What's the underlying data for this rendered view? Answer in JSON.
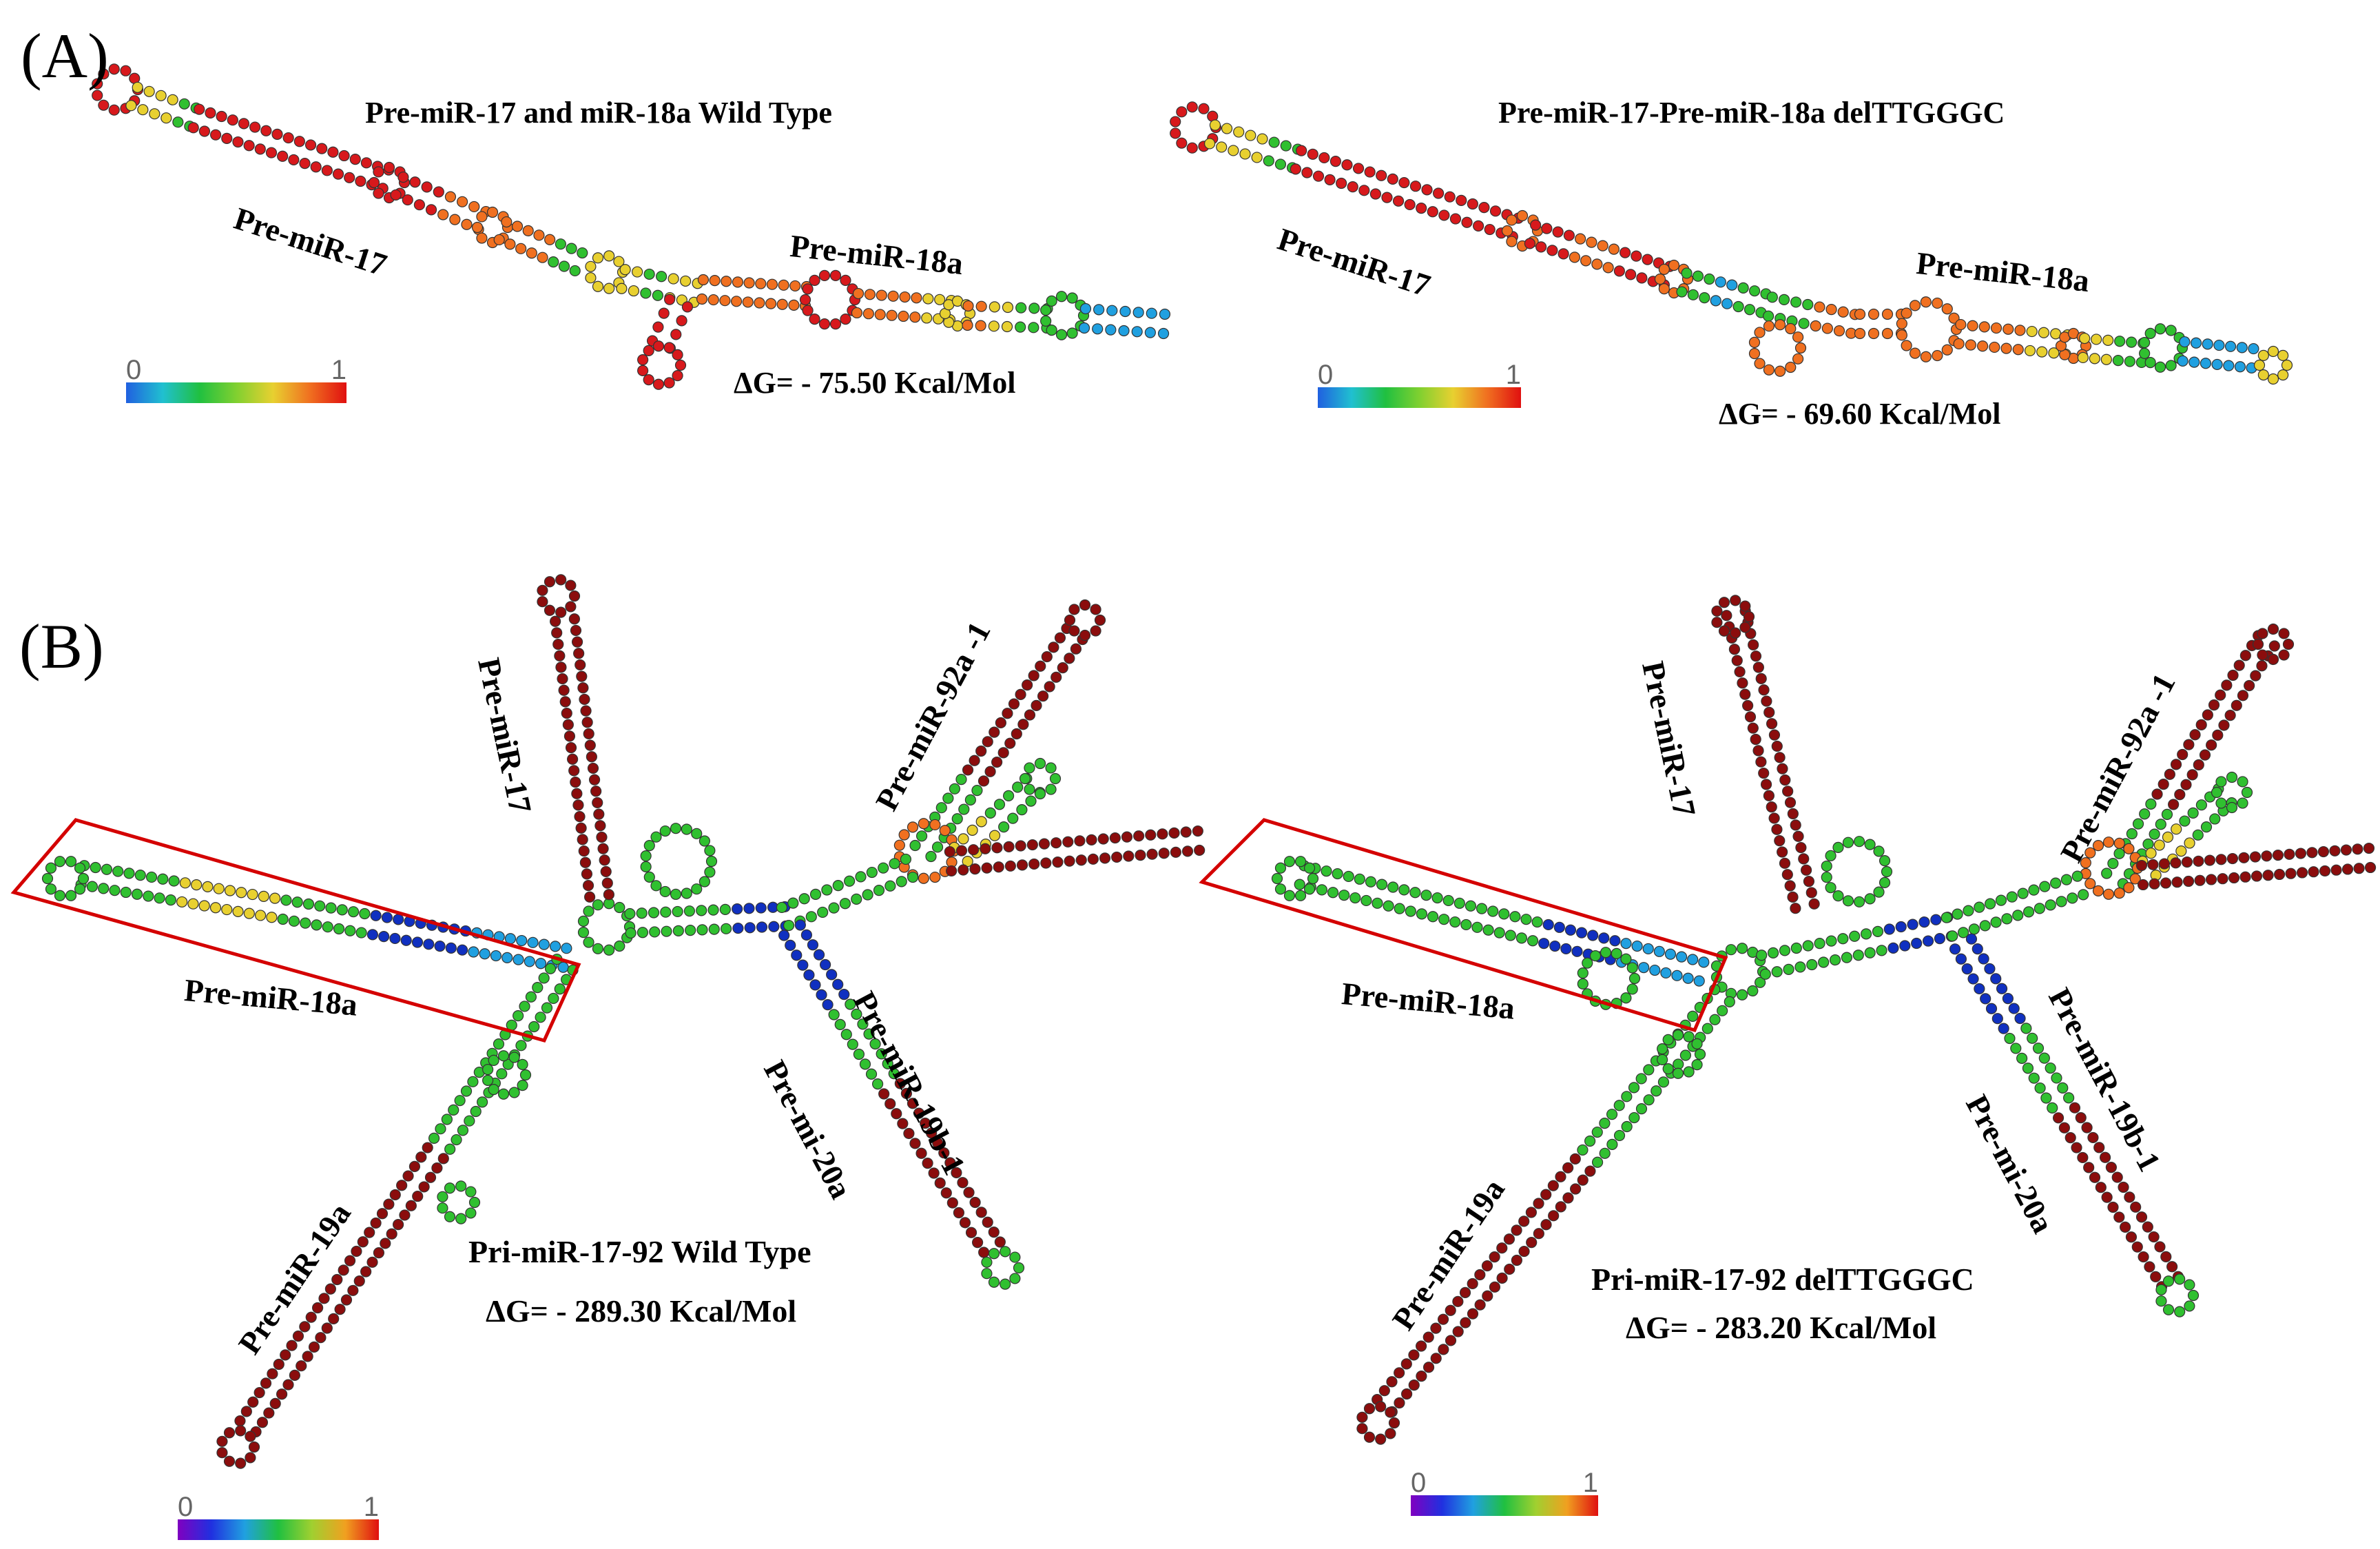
{
  "panel_a": {
    "tag": "(A)",
    "wild_type": {
      "title": "Pre-miR-17 and miR-18a Wild Type",
      "label_mir17": "Pre-miR-17",
      "label_mir18a": "Pre-miR-18a",
      "delta_g": "ΔG= - 75.50 Kcal/Mol",
      "scale_min": "0",
      "scale_max": "1"
    },
    "deletion": {
      "title": "Pre-miR-17-Pre-miR-18a delTTGGGC",
      "label_mir17": "Pre-miR-17",
      "label_mir18a": "Pre-miR-18a",
      "delta_g": "ΔG= - 69.60 Kcal/Mol",
      "scale_min": "0",
      "scale_max": "1"
    }
  },
  "panel_b": {
    "tag": "(B)",
    "wild_type": {
      "label_mir17": "Pre-miR-17",
      "label_mir92a": "Pre-miR-92a -1",
      "label_mir18a": "Pre-miR-18a",
      "label_mir19b": "Pre-miR-19b-1",
      "label_mir20a": "Pre-mi-20a",
      "label_mir19a": "Pre-miR-19a",
      "title": "Pri-miR-17-92 Wild Type",
      "delta_g": "ΔG= - 289.30 Kcal/Mol",
      "scale_min": "0",
      "scale_max": "1"
    },
    "deletion": {
      "label_mir17": "Pre-miR-17",
      "label_mir92a": "Pre-miR-92a -1",
      "label_mir18a": "Pre-miR-18a",
      "label_mir19b": "Pre-miR-19b-1",
      "label_mir20a": "Pre-mi-20a",
      "label_mir19a": "Pre-miR-19a",
      "title": "Pri-miR-17-92 delTTGGGC",
      "delta_g": "ΔG= - 283.20 Kcal/Mol",
      "scale_min": "0",
      "scale_max": "1"
    }
  },
  "colors": {
    "high": "#d7191c",
    "mid_high": "#f07020",
    "mid": "#e8d030",
    "mid_low": "#30c030",
    "low": "#20a0e0",
    "very_low": "#1030c0",
    "violet": "#8000c0",
    "box": "#d40000",
    "dark_red": "#8b0d0d"
  }
}
